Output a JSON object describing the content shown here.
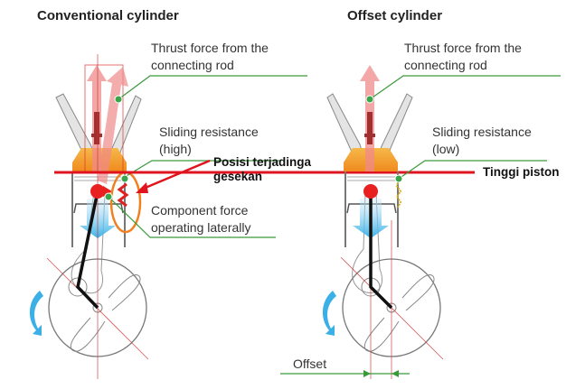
{
  "left_panel": {
    "title": "Conventional cylinder",
    "labels": {
      "thrust": "Thrust force from the\nconnecting rod",
      "sliding": "Sliding resistance\n(high)",
      "component": "Component force\noperating laterally"
    }
  },
  "right_panel": {
    "title": "Offset cylinder",
    "labels": {
      "thrust": "Thrust force from the\nconnecting rod",
      "sliding": "Sliding resistance\n(low)",
      "offset": "Offset"
    }
  },
  "annotations": {
    "friction_position": "Posisi terjadinga\ngesekan",
    "piston_height": "Tinggi piston"
  },
  "colors": {
    "annotation_red": "#e0141e",
    "leader_green": "#3a9a3a",
    "highlight_orange": "#f08020",
    "rotation_blue": "#3ab0e6",
    "thrust_pink": "#f08a8a"
  }
}
